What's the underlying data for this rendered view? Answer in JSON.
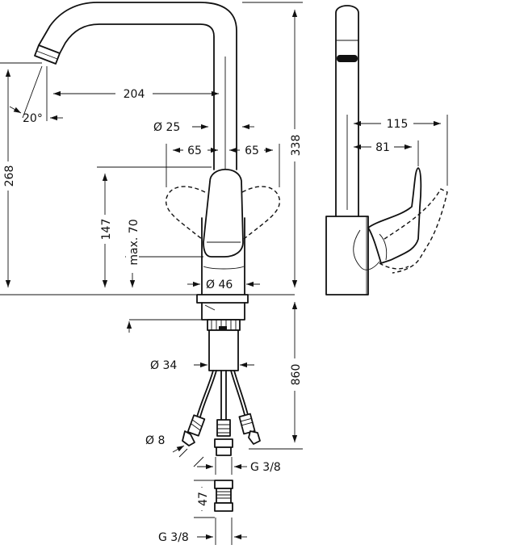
{
  "dimensions": {
    "spout_reach": "204",
    "spout_angle": "20°",
    "spout_tube_dia": "Ø 25",
    "lever_swing_left": "65",
    "lever_swing_right": "65",
    "total_height": "338",
    "spout_height": "268",
    "body_height": "147",
    "max_clearance": "max. 70",
    "body_dia": "Ø 46",
    "shank_dia": "Ø 34",
    "hose_length": "860",
    "hose_dia": "Ø 8",
    "hose_thread": "G 3/8",
    "adapter_length": "47",
    "adapter_thread": "G 3/8",
    "side_depth_total": "115",
    "side_depth_lever": "81"
  }
}
